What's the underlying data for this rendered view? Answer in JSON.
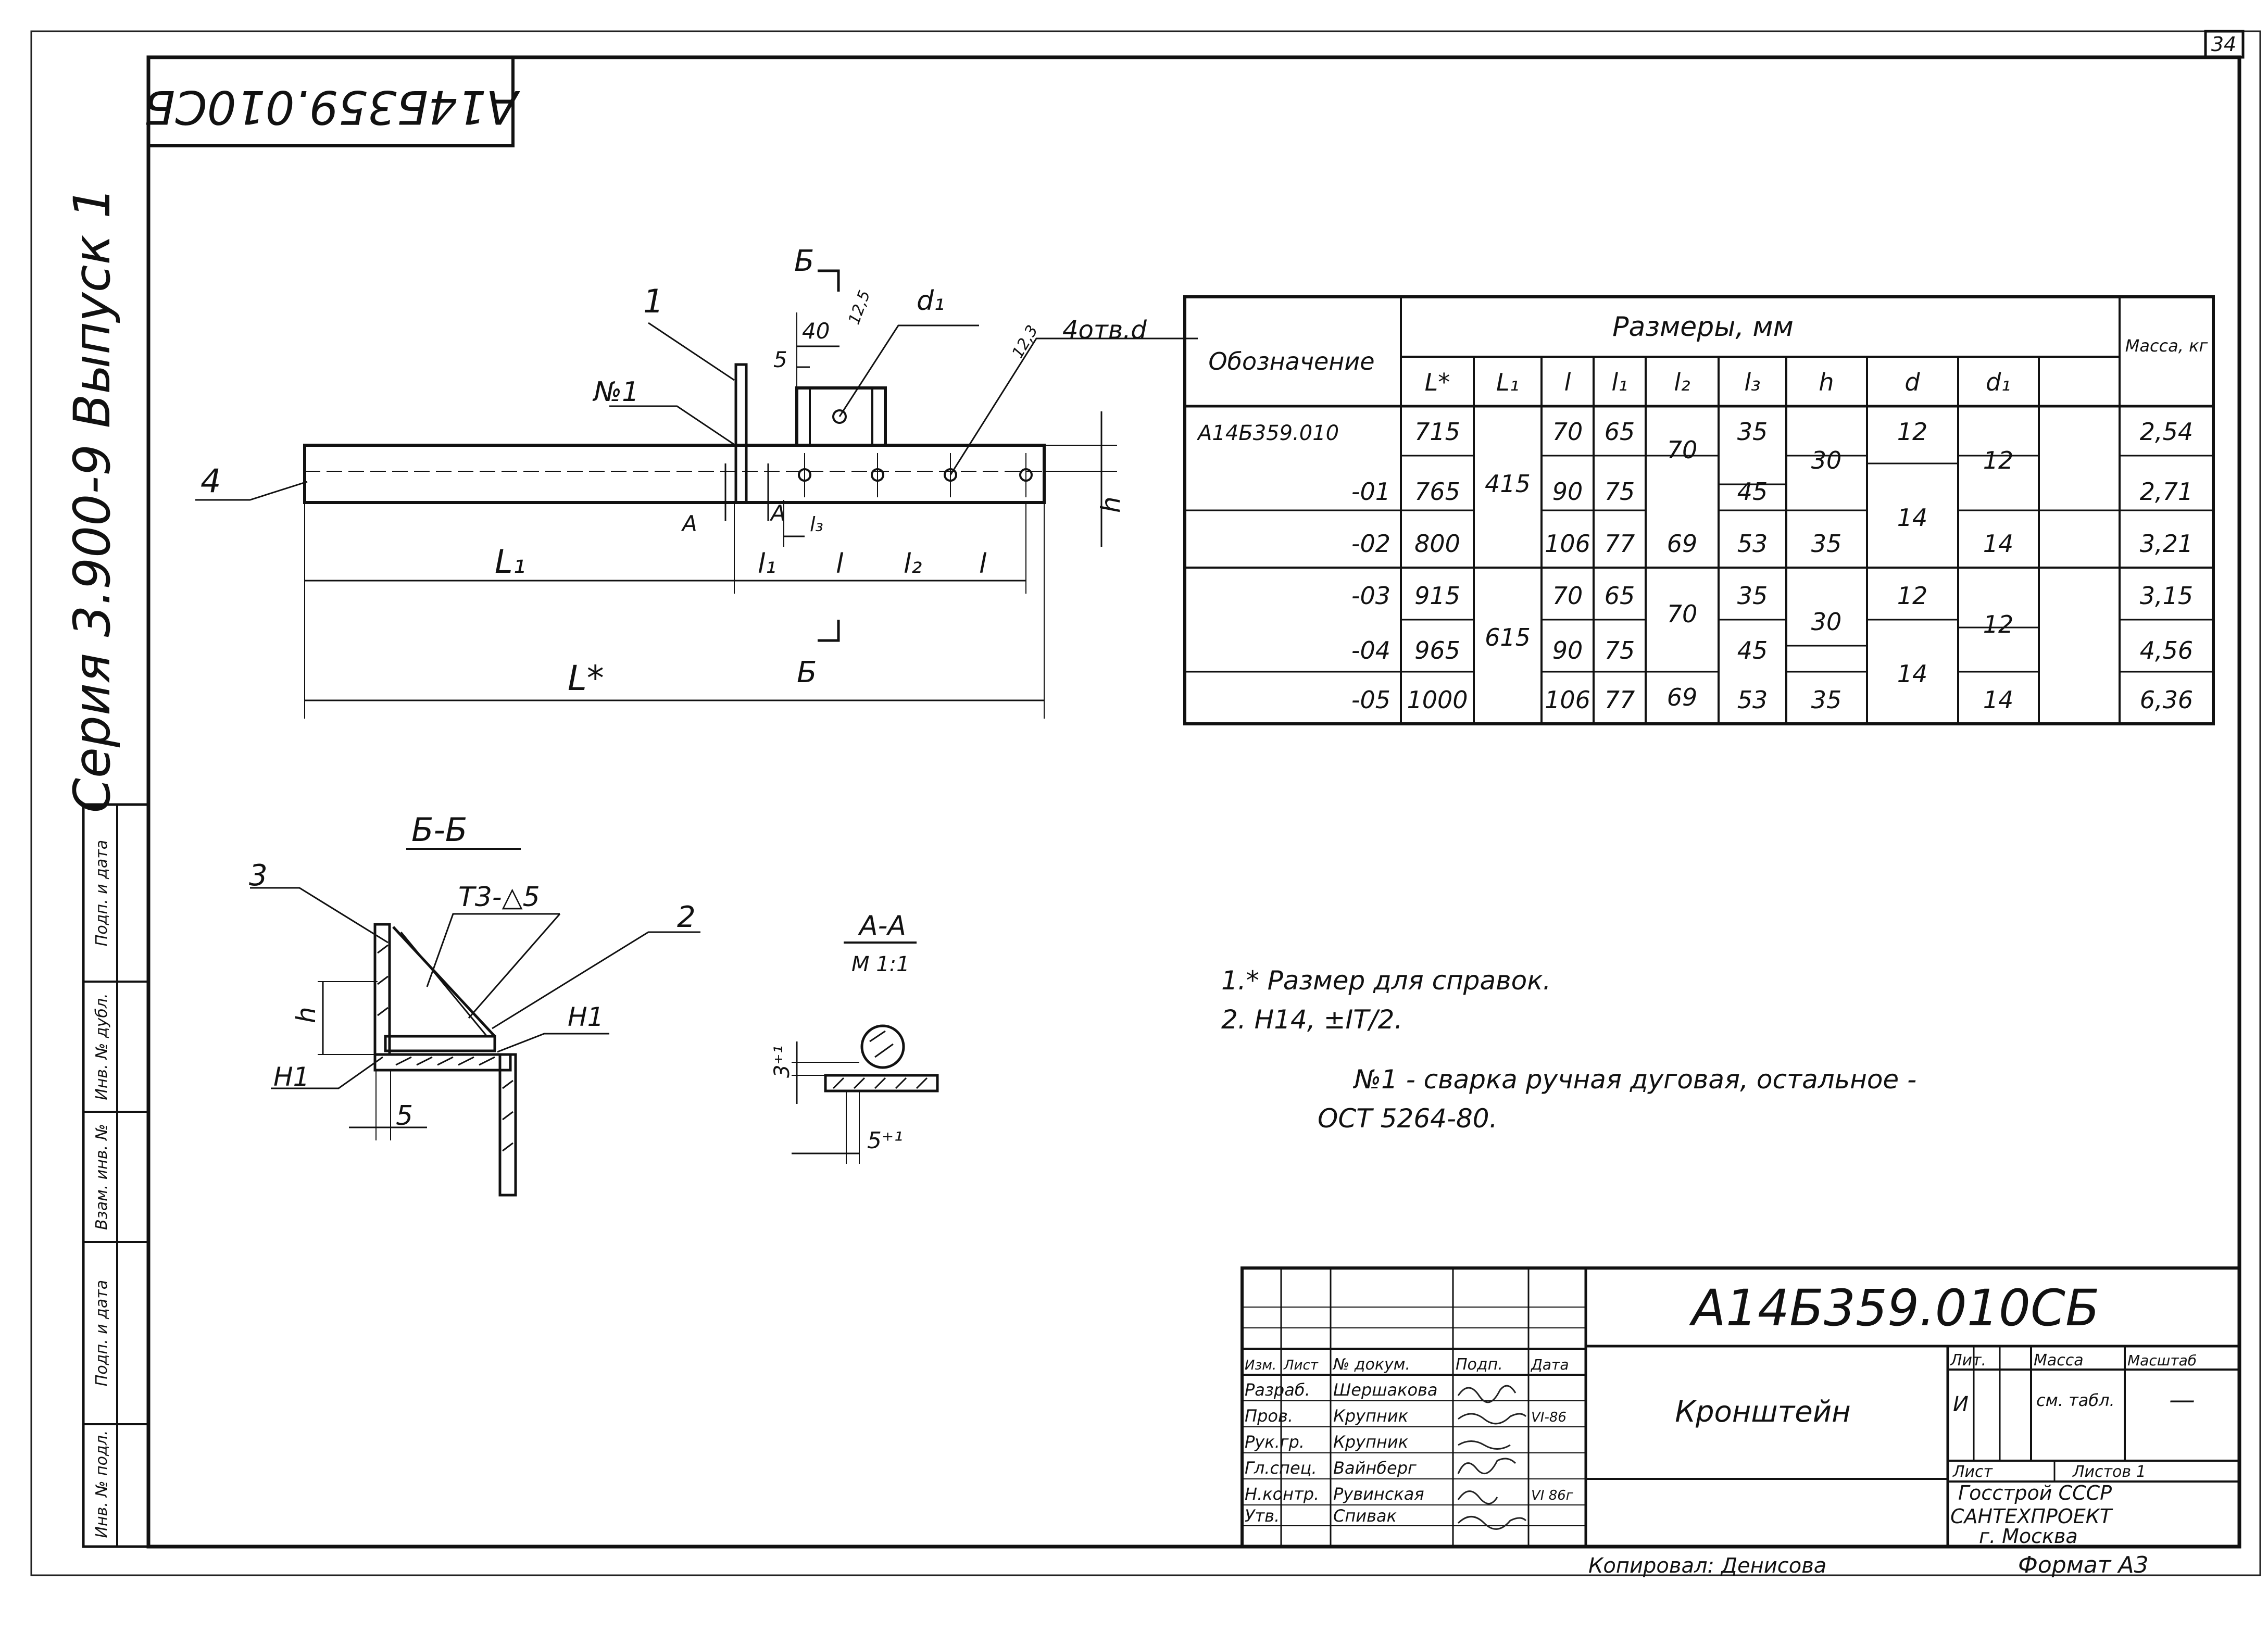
{
  "page_number": "34",
  "doc_code": "А14Б359.010СБ",
  "doc_code_mirrored": "А14Б359.010СБ",
  "series_side": "Серия 3.900-9 Выпуск 1",
  "side_stamp": [
    "Инв. № подл.",
    "Подп. и дата",
    "Взам. инв. №",
    "Инв. № дубл.",
    "Подп. и дата"
  ],
  "main_view": {
    "pos_1": "1",
    "pos_4": "4",
    "weld_mark": "№1",
    "section_b": "Б",
    "section_a": "А",
    "dim_40": "40",
    "dim_5": "5",
    "dim_d1": "d₁",
    "dim_12_5": "12,5",
    "dim_12_3": "12,3",
    "holes": "4отв.d",
    "dim_h": "h",
    "dim_L1": "L₁",
    "dim_l1": "l₁",
    "dim_l3": "l₃",
    "dim_l": "l",
    "dim_l2": "l₂",
    "dim_Lstar": "L*"
  },
  "section_bb": {
    "title": "Б-Б",
    "pos_3": "3",
    "pos_2": "2",
    "weld": "Т3-△5",
    "h1_right": "Н1",
    "h1_left": "Н1",
    "dim_h": "h",
    "dim_5": "5"
  },
  "section_aa": {
    "title": "А-А",
    "scale": "М 1:1",
    "dim_3": "3⁺¹",
    "dim_5": "5⁺¹"
  },
  "table": {
    "group_header": "Размеры, мм",
    "designation_header": "Обозначение",
    "mass_header": "Масса, кг",
    "columns": [
      "L*",
      "L₁",
      "l",
      "l₁",
      "l₂",
      "l₃",
      "h",
      "d",
      "d₁"
    ],
    "rows": [
      {
        "designation": "А14Б359.010",
        "L": "715",
        "l": "70",
        "l1": "65",
        "l3": "35",
        "mass": "2,54"
      },
      {
        "designation": "-01",
        "L": "765",
        "l": "90",
        "l1": "75",
        "l3": "45",
        "mass": "2,71"
      },
      {
        "designation": "-02",
        "L": "800",
        "l": "106",
        "l1": "77",
        "l3": "53",
        "mass": "3,21"
      },
      {
        "designation": "-03",
        "L": "915",
        "l": "70",
        "l1": "65",
        "l3": "35",
        "mass": "3,15"
      },
      {
        "designation": "-04",
        "L": "965",
        "l": "90",
        "l1": "75",
        "l3": "45",
        "mass": "4,56"
      },
      {
        "designation": "-05",
        "L": "1000",
        "l": "106",
        "l1": "77",
        "l3": "53",
        "mass": "6,36"
      }
    ],
    "merged": {
      "L1_a": "415",
      "L1_b": "615",
      "l2_70a": "70",
      "l2_69a": "69",
      "l2_70b": "70",
      "l2_69b": "69",
      "h_30a": "30",
      "h_35a": "35",
      "h_30b": "30",
      "h_35b": "35",
      "d_12a": "12",
      "d_14a": "14",
      "d_12b": "12",
      "d_14b": "14",
      "d1_12a": "12",
      "d1_14a": "14",
      "d1_12b": "12",
      "d1_14b": "14"
    }
  },
  "notes": [
    "1.* Размер для справок.",
    "2. Н14, ±IT/2.",
    "№1 - сварка ручная дуговая, остальное -",
    "ОСТ 5264-80."
  ],
  "title_block": {
    "code": "А14Б359.010СБ",
    "name": "Кронштейн",
    "hdr_izm": "Изм.",
    "hdr_list": "Лист",
    "hdr_doc": "№ докум.",
    "hdr_podp": "Подп.",
    "hdr_data": "Дата",
    "roles": [
      {
        "role": "Разраб.",
        "name": "Шершакова"
      },
      {
        "role": "Пров.",
        "name": "Крупник"
      },
      {
        "role": "Рук.гр.",
        "name": "Крупник"
      },
      {
        "role": "Гл.спец.",
        "name": "Вайнберг"
      },
      {
        "role": "Н.контр.",
        "name": "Рувинская"
      },
      {
        "role": "Утв.",
        "name": "Спивак"
      }
    ],
    "dates": [
      "VI-86",
      "VI 86г"
    ],
    "lit_header": "Лит.",
    "mass_header": "Масса",
    "scale_header": "Масштаб",
    "lit_value": "И",
    "mass_value": "см. табл.",
    "scale_value": "—",
    "sheet_label": "Лист",
    "sheets_label": "Листов 1",
    "org": [
      "Госстрой СССР",
      "САНТЕХПРОЕКТ",
      "г. Москва"
    ]
  },
  "copied_by": "Копировал: Денисова",
  "format": "Формат А3"
}
